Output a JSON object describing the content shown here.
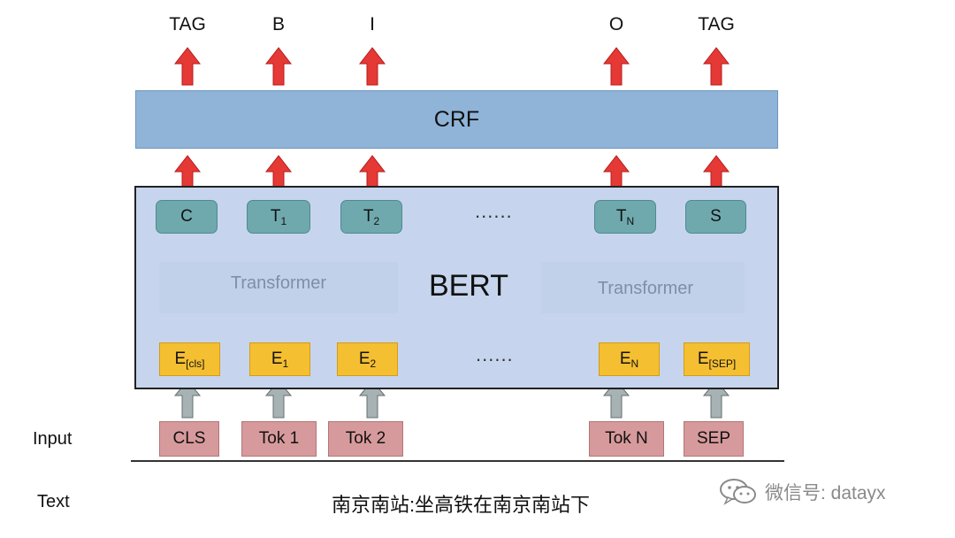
{
  "diagram": {
    "tags": [
      "TAG",
      "B",
      "I",
      "O",
      "TAG"
    ],
    "crf_label": "CRF",
    "bert_label": "BERT",
    "transformer_left": "Transformer",
    "transformer_right": "Transformer",
    "outputs": [
      {
        "main": "C",
        "sub": ""
      },
      {
        "main": "T",
        "sub": "1"
      },
      {
        "main": "T",
        "sub": "2"
      },
      {
        "main": "T",
        "sub": "N"
      },
      {
        "main": "S",
        "sub": ""
      }
    ],
    "embeddings": [
      {
        "main": "E",
        "sub": "[cls]"
      },
      {
        "main": "E",
        "sub": "1"
      },
      {
        "main": "E",
        "sub": "2"
      },
      {
        "main": "E",
        "sub": "N"
      },
      {
        "main": "E",
        "sub": "[SEP]"
      }
    ],
    "tokens": [
      "CLS",
      "Tok 1",
      "Tok 2",
      "Tok N",
      "SEP"
    ],
    "ellipsis_top": "......",
    "ellipsis_bottom": "......",
    "input_label": "Input",
    "text_label": "Text",
    "text_sentence": "南京南站:坐高铁在南京南站下"
  },
  "watermark": {
    "text": "微信号: datayx",
    "icon": "wechat-icon"
  },
  "colors": {
    "crf": "#8fb4d8",
    "bert": "#c6d5ed",
    "output_box": "#6fa9ae",
    "embedding_box": "#f5bf32",
    "token_box": "#d79a9c",
    "red_arrow": "#e53935",
    "gray_arrow": "#a7b2b4"
  }
}
